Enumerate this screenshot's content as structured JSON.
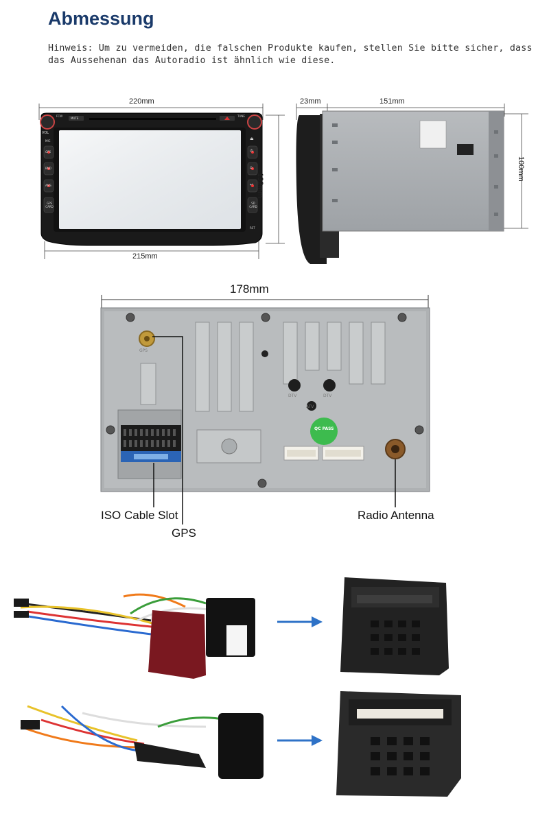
{
  "header": {
    "title": "Abmessung",
    "hint": "Hinweis: Um zu vermeiden, die falschen Produkte kaufen, stellen Sie bitte sicher, dass das Aussehenan das Autoradio ist ähnlich wie diese."
  },
  "front_view": {
    "width_top": "220mm",
    "width_bottom": "215mm",
    "height": "132mm",
    "buttons_left": [
      "VOL",
      "MIC",
      "GPS",
      "BND",
      "AMS",
      "GPS CARD"
    ],
    "buttons_right": [
      "⏏",
      "⏻",
      "⌂",
      "↩",
      "SD CARD"
    ],
    "top_labels": [
      "FCW",
      "MUTE",
      "TUNE"
    ],
    "rst_label": "RST"
  },
  "side_view": {
    "depth_front": "23mm",
    "depth_body": "151mm",
    "height": "100mm"
  },
  "back_view": {
    "width": "178mm",
    "ports": [
      "GPS",
      "DTV",
      "DTV",
      "ATV"
    ],
    "qc_label": "QC PASS"
  },
  "callouts": {
    "iso": "ISO Cable Slot",
    "gps": "GPS",
    "antenna": "Radio Antenna"
  }
}
